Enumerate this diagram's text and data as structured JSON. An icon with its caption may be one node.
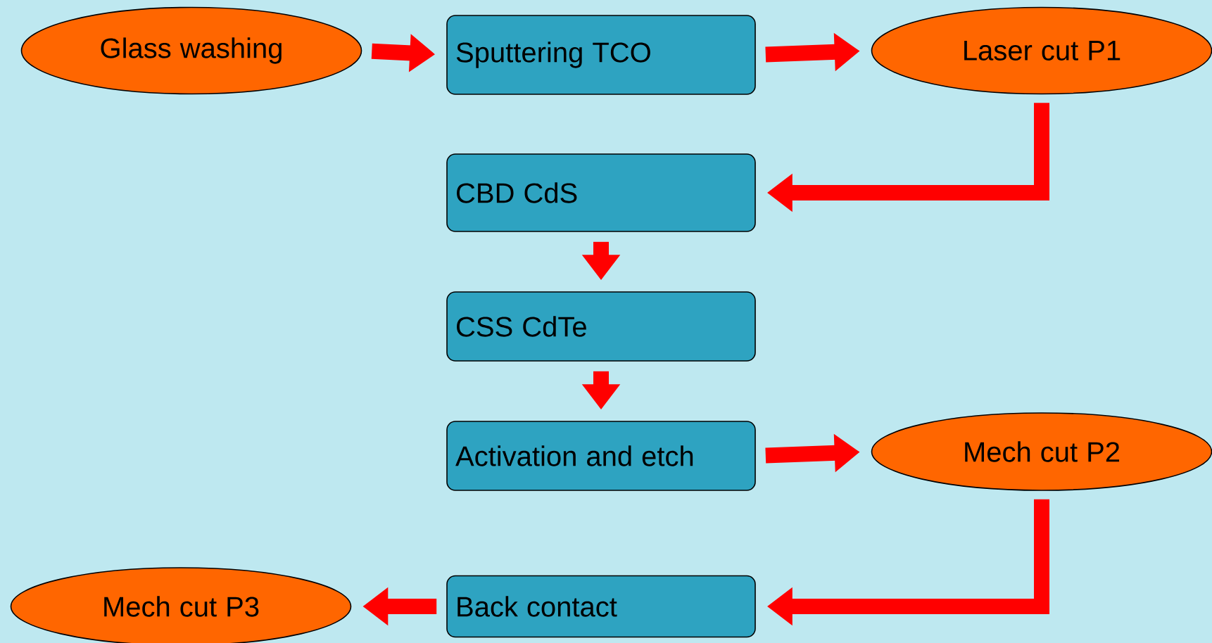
{
  "diagram": {
    "nodes": [
      {
        "text": [
          "Glass washing"
        ]
      },
      {
        "text": [
          "Sputtering TCO"
        ]
      },
      {
        "text": [
          "Laser cut P1"
        ]
      },
      {
        "text": [
          "CBD CdS"
        ]
      },
      {
        "text": [
          "CSS CdTe"
        ]
      },
      {
        "text": [
          "Activation and etch"
        ]
      },
      {
        "text": [
          "Mech cut P2"
        ]
      },
      {
        "text": [
          "Back contact"
        ]
      },
      {
        "text": [
          "Mech cut P3"
        ]
      }
    ],
    "edges": [
      {
        "from": 0,
        "to": 1,
        "arrow": "to"
      },
      {
        "from": 1,
        "to": 2,
        "arrow": "to"
      },
      {
        "from": 2,
        "to": 3,
        "arrow": "to"
      },
      {
        "from": 3,
        "to": 4,
        "arrow": "to"
      },
      {
        "from": 4,
        "to": 5,
        "arrow": "to"
      },
      {
        "from": 5,
        "to": 6,
        "arrow": "to"
      },
      {
        "from": 6,
        "to": 7,
        "arrow": "to"
      },
      {
        "from": 7,
        "to": 8,
        "arrow": "to"
      }
    ]
  }
}
